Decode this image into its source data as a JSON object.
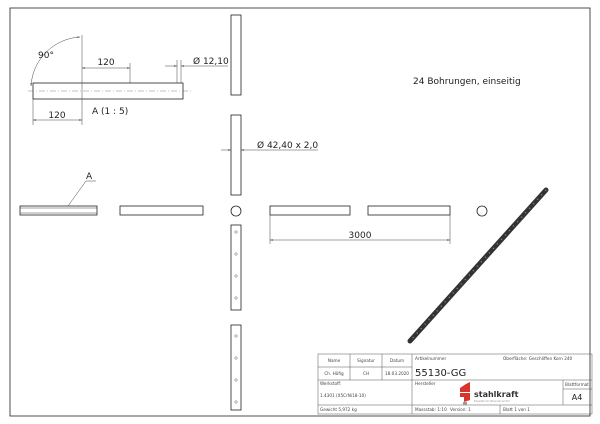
{
  "drawing": {
    "detail": {
      "angle": "90°",
      "dim_hole_spacing": "120",
      "dim_hole_diameter": "Ø 12,10",
      "dim_first_hole": "120",
      "label": "A (1 : 5)"
    },
    "section_marker": "A",
    "tube_spec": "Ø 42,40 x 2,0",
    "length": "3000",
    "note": "24 Bohrungen, einseitig"
  },
  "title_block": {
    "header": {
      "name": "Name",
      "signature": "Signatur",
      "date": "Datum"
    },
    "row": {
      "name": "Ch. Höfig",
      "signature": "CH",
      "date": "18.03.2020"
    },
    "article_label": "Artikelnummer",
    "article_number": "55130-GG",
    "surface": "Oberfläche:  Geschliffen Korn 240",
    "material_label": "Werkstoff:",
    "material": "1.4301 (X5CrNi18-10)",
    "manufacturer_label": "Hersteller",
    "logo_text": "stahlkraft",
    "logo_subtext": "Edelstahl Großhandel GmbH",
    "sheet_format_label": "Blattformat",
    "sheet_format": "A4",
    "weight": "Gewicht 5,972 kg",
    "scale": "Massstab: 1:10",
    "version": "Version: 1",
    "sheet": "Blatt 1 von 1"
  },
  "colors": {
    "logo_red": "#d9342b",
    "logo_grey": "#9a9a9a"
  }
}
